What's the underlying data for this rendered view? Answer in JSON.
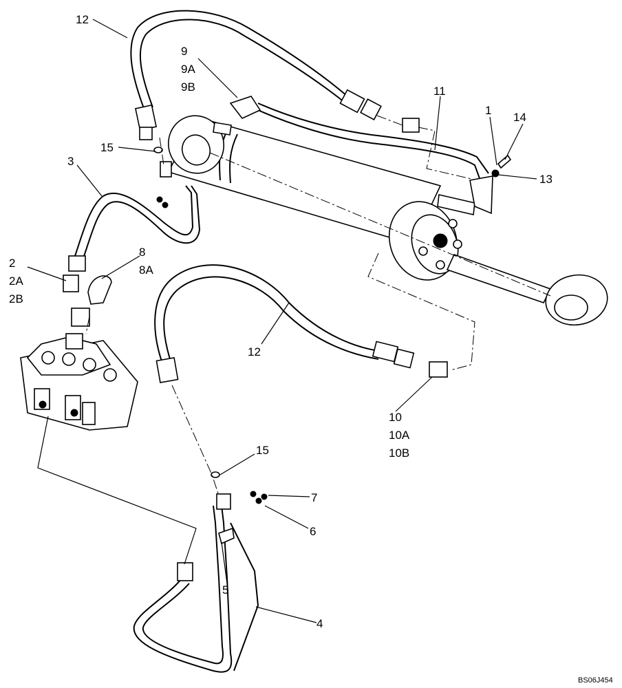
{
  "labels": {
    "l12_top": "12",
    "l9": "9",
    "l9a": "9A",
    "l9b": "9B",
    "l11": "11",
    "l1": "1",
    "l14": "14",
    "l13": "13",
    "l15_top": "15",
    "l3": "3",
    "l2": "2",
    "l2a": "2A",
    "l2b": "2B",
    "l8": "8",
    "l8a": "8A",
    "l12_mid": "12",
    "l10": "10",
    "l10a": "10A",
    "l10b": "10B",
    "l15_bot": "15",
    "l7": "7",
    "l6": "6",
    "l5": "5",
    "l4": "4"
  },
  "reference_code": "BS06J454"
}
